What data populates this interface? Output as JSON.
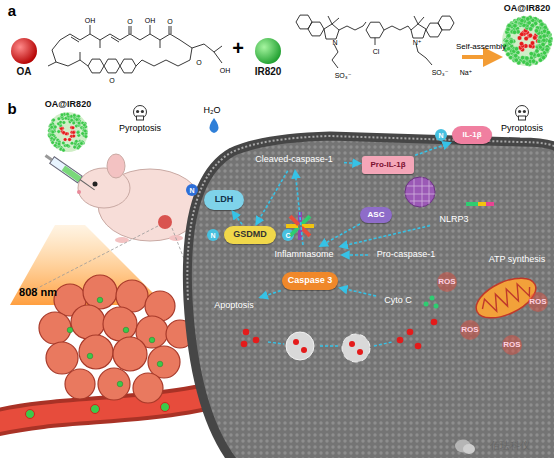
{
  "diagram": {
    "nodes": [
      {
        "text": [
          "OA"
        ]
      },
      {
        "text": [
          "IR820"
        ]
      },
      {
        "text": [
          "OA@IR820"
        ]
      },
      {
        "text": [
          "OA@IR820"
        ]
      },
      {
        "text": [
          "LDH"
        ]
      },
      {
        "text": [
          "Cleaved-caspase-1"
        ]
      },
      {
        "text": [
          "Pro-IL-1β"
        ]
      },
      {
        "text": [
          "IL-1β"
        ]
      },
      {
        "text": [
          "GSDMD"
        ]
      },
      {
        "text": [
          "ASC"
        ]
      },
      {
        "text": [
          "NLRP3"
        ]
      },
      {
        "text": [
          "Inflammasome"
        ]
      },
      {
        "text": [
          "Pro-caspase-1"
        ]
      },
      {
        "text": [
          "Caspase 3"
        ]
      },
      {
        "text": [
          "Apoptosis"
        ]
      },
      {
        "text": [
          "Cyto C"
        ]
      },
      {
        "text": [
          "ATP synthesis"
        ]
      }
    ],
    "edges": [
      {
        "from": 5,
        "to": 6,
        "arrow": "to"
      },
      {
        "from": 6,
        "to": 7,
        "arrow": "to"
      },
      {
        "from": 5,
        "to": 8,
        "arrow": "to"
      },
      {
        "from": 8,
        "to": 4,
        "arrow": "to"
      },
      {
        "from": 11,
        "to": 5,
        "arrow": "to"
      },
      {
        "from": 10,
        "to": 11,
        "arrow": "to"
      },
      {
        "from": 9,
        "to": 11,
        "arrow": "to"
      },
      {
        "from": 12,
        "to": 11,
        "arrow": "to"
      },
      {
        "from": 15,
        "to": 13,
        "arrow": "to"
      },
      {
        "from": 13,
        "to": 14,
        "arrow": "to"
      }
    ],
    "labels": [
      "a",
      "+",
      "b",
      "Pyroptosis",
      "H₂O",
      "N",
      "N",
      "C",
      "N",
      "Pyroptosis",
      "808 nm",
      "ROS",
      "ROS",
      "ROS",
      "ROS",
      "佰珐科仪",
      "OH",
      "OH",
      "O",
      "O",
      "O",
      "O",
      "OH",
      "Cl",
      "N",
      "N⁺",
      "SO₃⁻",
      "SO₃⁻",
      "Na⁺",
      "Self-assembly"
    ]
  }
}
